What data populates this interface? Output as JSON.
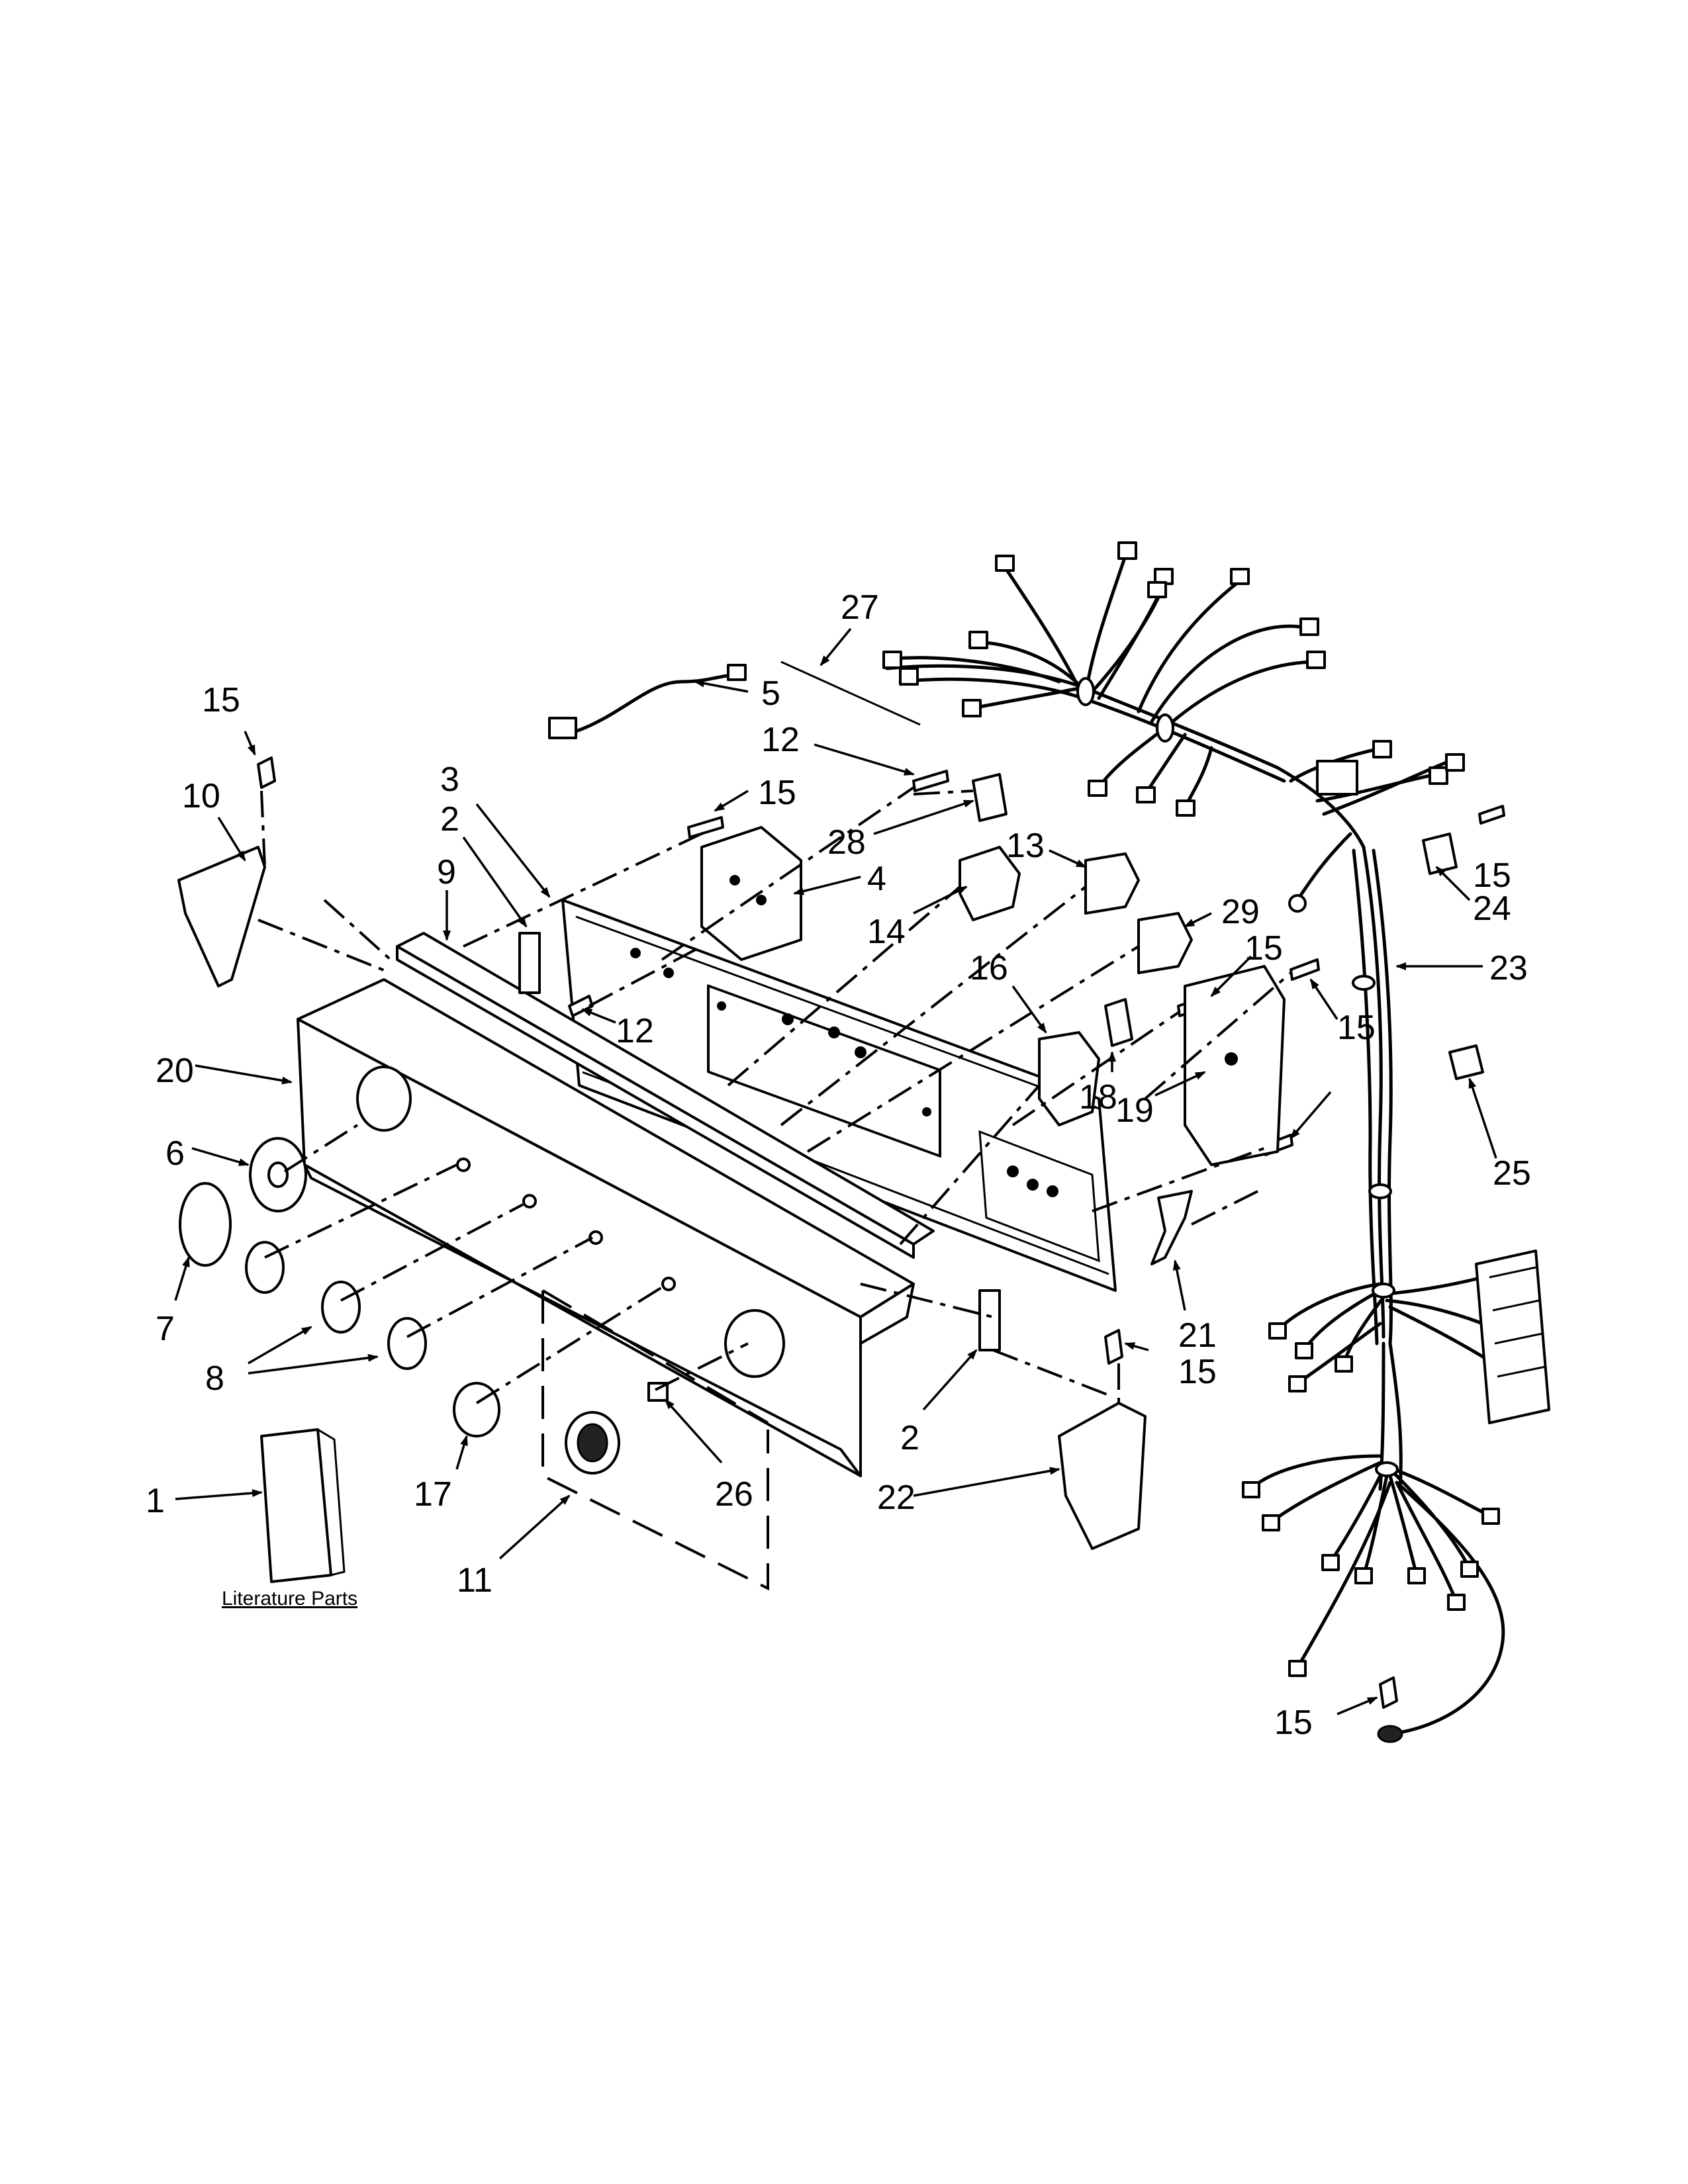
{
  "diagram": {
    "literature_label": "Literature Parts",
    "callouts": [
      {
        "id": "c27",
        "text": "27"
      },
      {
        "id": "c5",
        "text": "5"
      },
      {
        "id": "c12a",
        "text": "12"
      },
      {
        "id": "c15a",
        "text": "15"
      },
      {
        "id": "c10",
        "text": "10"
      },
      {
        "id": "c3",
        "text": "3"
      },
      {
        "id": "c15b",
        "text": "15"
      },
      {
        "id": "c2a",
        "text": "2"
      },
      {
        "id": "c9",
        "text": "9"
      },
      {
        "id": "c28",
        "text": "28"
      },
      {
        "id": "c4",
        "text": "4"
      },
      {
        "id": "c13",
        "text": "13"
      },
      {
        "id": "c29",
        "text": "29"
      },
      {
        "id": "c14",
        "text": "14"
      },
      {
        "id": "c15c",
        "text": "15"
      },
      {
        "id": "c24",
        "text": "24"
      },
      {
        "id": "c23",
        "text": "23"
      },
      {
        "id": "c16",
        "text": "16"
      },
      {
        "id": "c15d",
        "text": "15"
      },
      {
        "id": "c12b",
        "text": "12"
      },
      {
        "id": "c18",
        "text": "18"
      },
      {
        "id": "c15e",
        "text": "15"
      },
      {
        "id": "c20",
        "text": "20"
      },
      {
        "id": "c6",
        "text": "6"
      },
      {
        "id": "c19",
        "text": "19"
      },
      {
        "id": "c25",
        "text": "25"
      },
      {
        "id": "c7",
        "text": "7"
      },
      {
        "id": "c8",
        "text": "8"
      },
      {
        "id": "c21",
        "text": "21"
      },
      {
        "id": "c15f",
        "text": "15"
      },
      {
        "id": "c2b",
        "text": "2"
      },
      {
        "id": "c17",
        "text": "17"
      },
      {
        "id": "c26",
        "text": "26"
      },
      {
        "id": "c22",
        "text": "22"
      },
      {
        "id": "c1",
        "text": "1"
      },
      {
        "id": "c11",
        "text": "11"
      },
      {
        "id": "c15g",
        "text": "15"
      }
    ]
  }
}
